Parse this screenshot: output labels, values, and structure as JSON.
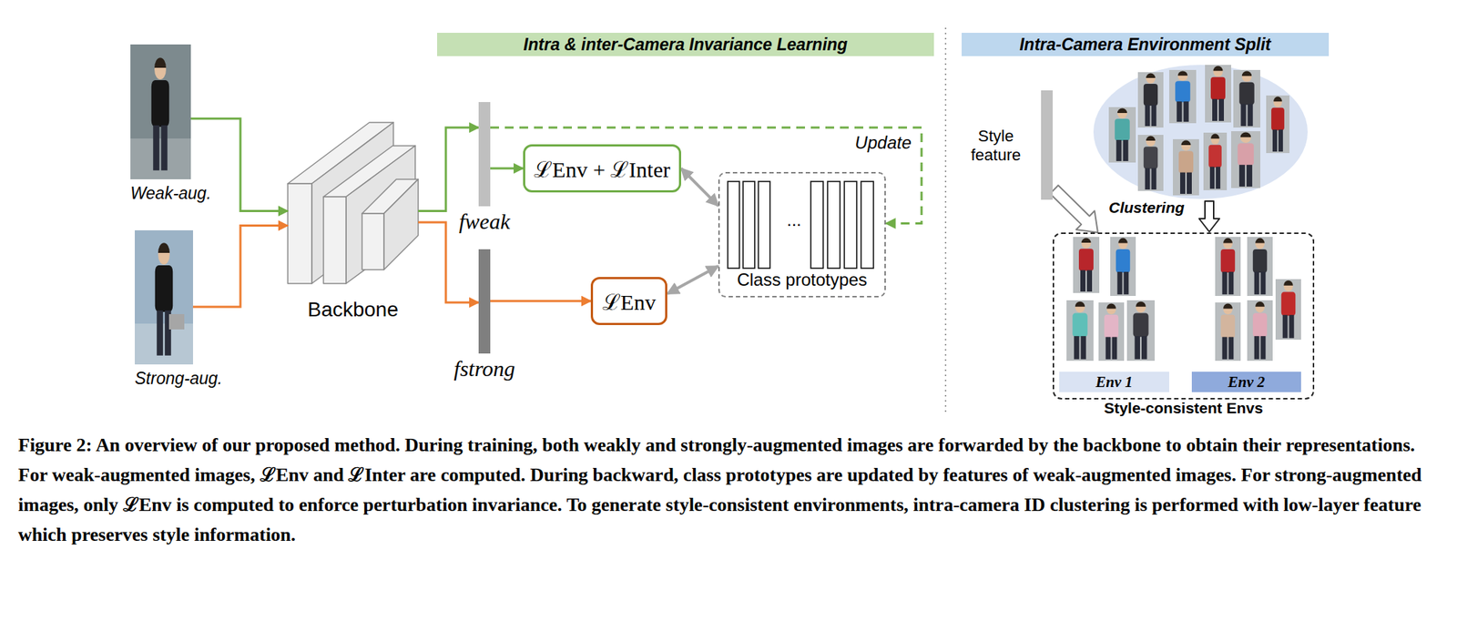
{
  "diagram": {
    "caption": "Figure 2: An overview of our proposed method. During training, both weakly and strongly-augmented images are forwarded by the backbone to obtain their representations. For weak-augmented images, ℒEnv and ℒInter are computed. During backward, class prototypes are updated by features of weak-augmented images. For strong-augmented images, only ℒEnv is computed to enforce perturbation invariance. To generate style-consistent environments, intra-camera ID clustering is performed with low-layer feature which preserves style information.",
    "nodes": [
      {
        "text": [
          "Weak-aug."
        ]
      },
      {
        "text": [
          "Strong-aug."
        ]
      },
      {
        "text": [
          "Backbone"
        ]
      },
      {
        "text": [
          "Intra & inter-Camera Invariance Learning"
        ]
      },
      {
        "text": [
          "fweak"
        ]
      },
      {
        "text": [
          "fstrong"
        ]
      },
      {
        "text": [
          "ℒEnv + ℒInter"
        ]
      },
      {
        "text": [
          "ℒEnv"
        ]
      },
      {
        "text": [
          "...",
          "Class prototypes"
        ]
      },
      {
        "text": [
          "Intra-Camera Environment Split"
        ]
      },
      {
        "text": [
          "Style feature"
        ]
      },
      {
        "text": [
          "Style-consistent Envs"
        ]
      },
      {
        "text": [
          "Env 1"
        ],
        "in": 11
      },
      {
        "text": [
          "Env 2"
        ],
        "in": 11
      }
    ],
    "edges": [
      {
        "from": 0,
        "to": 2,
        "arrow": "to"
      },
      {
        "from": 1,
        "to": 2,
        "arrow": "to"
      },
      {
        "from": 2,
        "to": 4,
        "arrow": "to"
      },
      {
        "from": 2,
        "to": 5,
        "arrow": "to"
      },
      {
        "from": 4,
        "to": 6,
        "arrow": "to"
      },
      {
        "from": 5,
        "to": 7,
        "arrow": "to"
      },
      {
        "from": 6,
        "to": 8,
        "arrow": "both"
      },
      {
        "from": 7,
        "to": 8,
        "arrow": "both"
      },
      {
        "from": 4,
        "to": 8,
        "arrow": "to",
        "label": "Update"
      },
      {
        "from": 10,
        "to": 11,
        "arrow": "to"
      }
    ],
    "labels": [
      "Clustering"
    ]
  }
}
